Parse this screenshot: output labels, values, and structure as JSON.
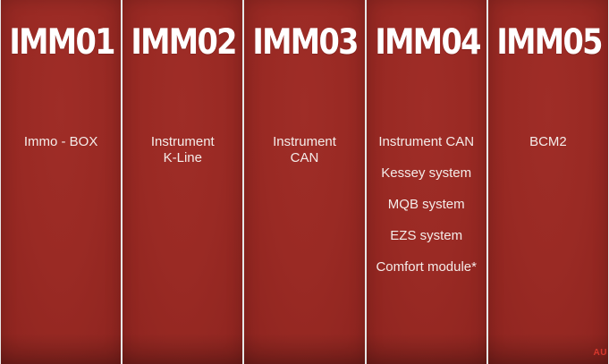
{
  "columns": [
    {
      "title": "IMM01",
      "items": [
        "Immo - BOX"
      ]
    },
    {
      "title": "IMM02",
      "items": [
        "Instrument\nK-Line"
      ]
    },
    {
      "title": "IMM03",
      "items": [
        "Instrument\nCAN"
      ]
    },
    {
      "title": "IMM04",
      "items": [
        "Instrument CAN",
        "Kessey system",
        "MQB system",
        "EZS system",
        "Comfort module*"
      ]
    },
    {
      "title": "IMM05",
      "items": [
        "BCM2"
      ]
    }
  ],
  "watermark": "AU",
  "colors": {
    "panel": "#9a2a24",
    "divider": "#e7e7e7",
    "text": "#ffffff",
    "watermark": "#e23a2f"
  }
}
